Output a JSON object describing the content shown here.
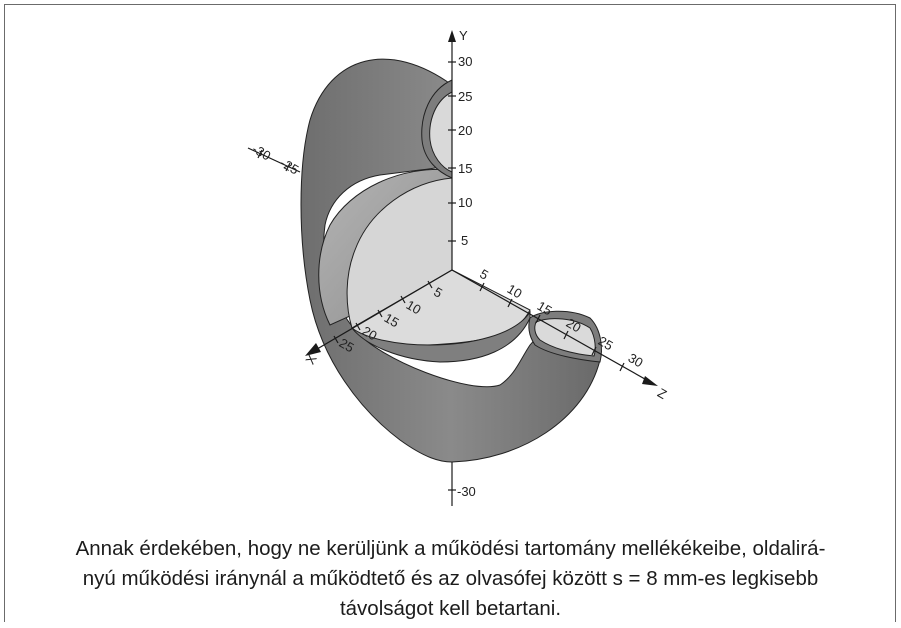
{
  "diagram": {
    "axes": {
      "y": {
        "name": "Y",
        "ticks_positive": [
          "5",
          "10",
          "15",
          "20",
          "25",
          "30"
        ],
        "ticks_negative": [
          "-30"
        ]
      },
      "x": {
        "name": "X",
        "ticks_positive": [
          "5",
          "10",
          "15",
          "20",
          "25"
        ],
        "ticks_negative": [
          "-25",
          "-30"
        ]
      },
      "z": {
        "name": "Z",
        "ticks_positive": [
          "5",
          "10",
          "15",
          "20",
          "25",
          "30"
        ]
      }
    },
    "colors": {
      "outer_shell": "#7a7a7a",
      "inner_shell": "#8c8c8c",
      "face_light": "#d9d9d9",
      "axis": "#1a1a1a",
      "frame": "#6b6b6b"
    }
  },
  "caption": {
    "line1": "Annak érdekében, hogy ne kerüljünk a működési tartomány mellékékeibe, oldalirá-",
    "line2": "nyú működési iránynál a működtető és az olvasófej között s = 8 mm-es legkisebb",
    "line3": "távolságot kell betartani."
  }
}
